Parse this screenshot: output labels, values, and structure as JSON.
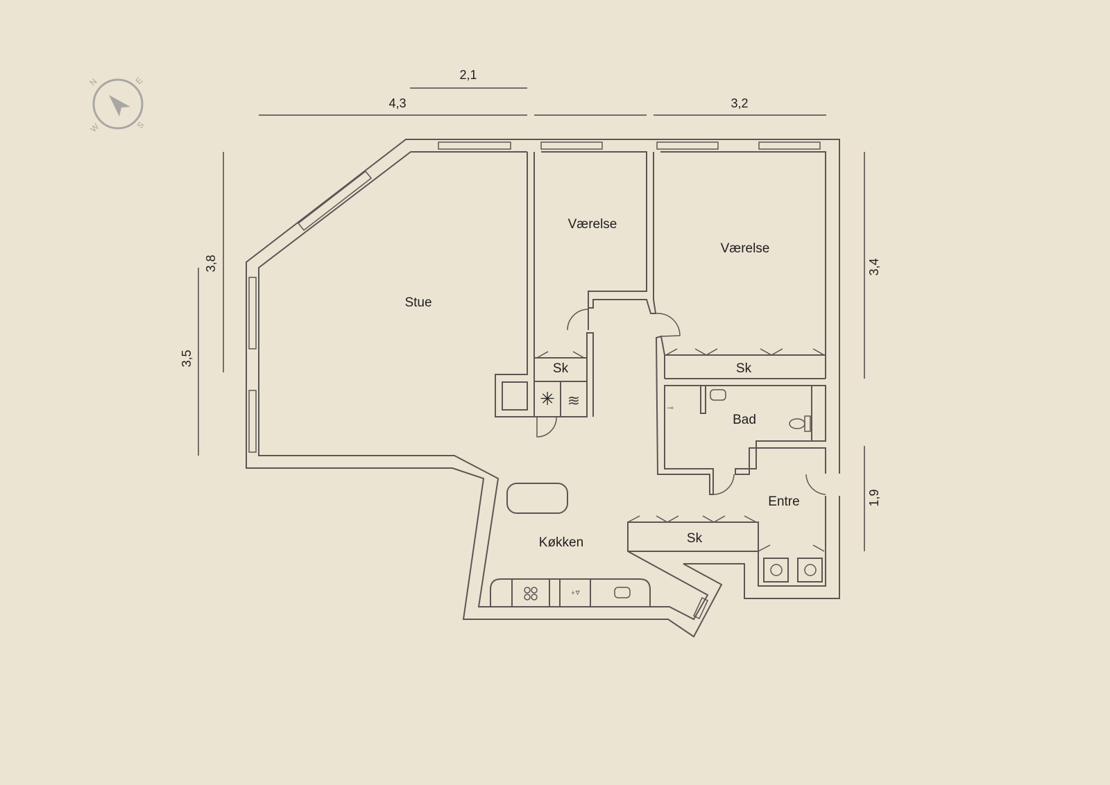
{
  "rooms": {
    "stue": "Stue",
    "vaerelse_1": "Værelse",
    "vaerelse_2": "Værelse",
    "sk_1": "Sk",
    "sk_2": "Sk",
    "sk_3": "Sk",
    "bad": "Bad",
    "entre": "Entre",
    "kokken": "Køkken"
  },
  "dimensions": {
    "top_short": "2,1",
    "top_left": "4,3",
    "top_right": "3,2",
    "left_outer": "3,8",
    "left_inner": "3,5",
    "right_upper": "3,4",
    "right_lower": "1,9"
  },
  "compass": {
    "n": "N",
    "e": "E",
    "s": "S",
    "w": "W"
  },
  "colors": {
    "background": "#ECE4D3",
    "wall": "#5a5653",
    "compass": "#a9a7a3"
  }
}
